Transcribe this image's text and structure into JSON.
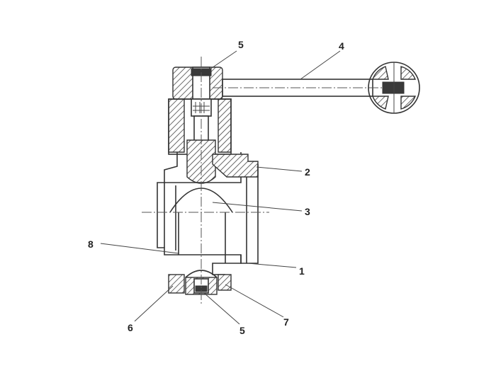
{
  "callouts": [
    {
      "id": "c1",
      "text": "1"
    },
    {
      "id": "c2",
      "text": "2"
    },
    {
      "id": "c3",
      "text": "3"
    },
    {
      "id": "c4",
      "text": "4"
    },
    {
      "id": "c5-top",
      "text": "5"
    },
    {
      "id": "c5-bottom",
      "text": "5"
    },
    {
      "id": "c6",
      "text": "6"
    },
    {
      "id": "c7",
      "text": "7"
    },
    {
      "id": "c8",
      "text": "8"
    }
  ]
}
